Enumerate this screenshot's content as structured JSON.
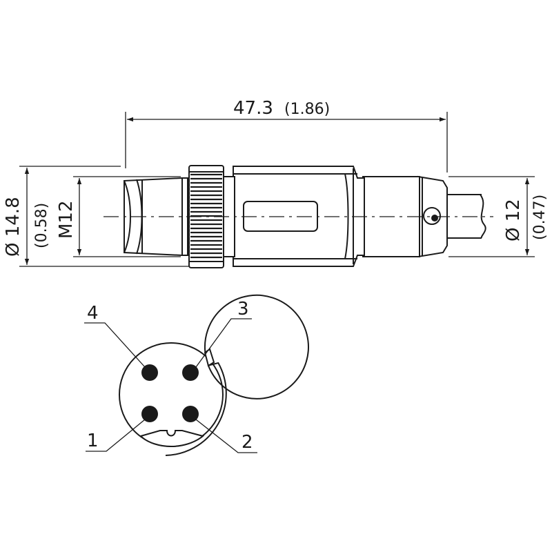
{
  "dimensions": {
    "length_mm": "47.3",
    "length_in": "(1.86)",
    "body_diameter_mm": "Ø 14.8",
    "body_diameter_in": "(0.58)",
    "thread": "M12",
    "cable_diameter_mm": "Ø 12",
    "cable_diameter_in": "(0.47)"
  },
  "pins": {
    "pin_1": "1",
    "pin_2": "2",
    "pin_3": "3",
    "pin_4": "4"
  },
  "colors": {
    "line": "#1a1a1a",
    "background": "#ffffff"
  }
}
